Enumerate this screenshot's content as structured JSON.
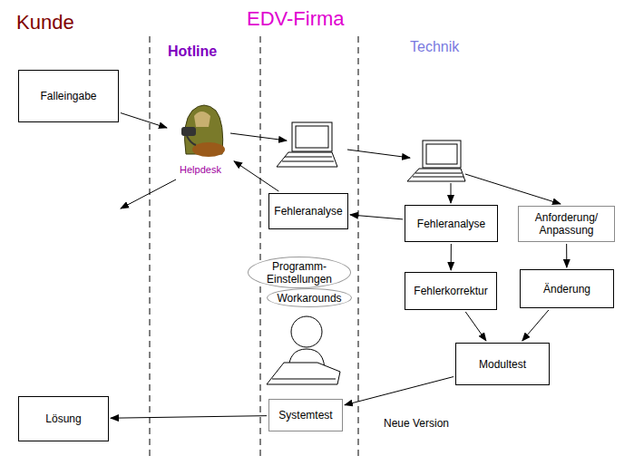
{
  "diagram": {
    "nodes": [
      {
        "text": [
          "Falleingabe"
        ]
      },
      {
        "text": [
          "Helpdesk"
        ]
      },
      {
        "text": [
          "Fehleranalyse"
        ]
      },
      {
        "text": [
          "Fehleranalyse"
        ]
      },
      {
        "text": [
          "Anforderung/ Anpassung"
        ]
      },
      {
        "text": [
          "Programm- Einstellungen"
        ]
      },
      {
        "text": [
          "Workarounds"
        ]
      },
      {
        "text": [
          "Fehlerkorrektur"
        ]
      },
      {
        "text": [
          "Änderung"
        ]
      },
      {
        "text": [
          "Modultest"
        ]
      },
      {
        "text": [
          "Lösung"
        ]
      },
      {
        "text": [
          "Systemtest"
        ]
      }
    ],
    "edges": [
      {
        "from": 0,
        "to": 1,
        "arrow": "to"
      },
      {
        "from": 3,
        "to": 2,
        "arrow": "to"
      },
      {
        "from": 2,
        "to": 1,
        "arrow": "to"
      },
      {
        "from": 3,
        "to": 7,
        "arrow": "to"
      },
      {
        "from": 4,
        "to": 8,
        "arrow": "to"
      },
      {
        "from": 7,
        "to": 9,
        "arrow": "to"
      },
      {
        "from": 8,
        "to": 9,
        "arrow": "to"
      },
      {
        "from": 9,
        "to": 11,
        "label": "Neue Version",
        "arrow": "to"
      },
      {
        "from": 11,
        "to": 10,
        "arrow": "to"
      }
    ],
    "labels": [
      "Kunde",
      "EDV-Firma",
      "Hotline",
      "Technik"
    ]
  }
}
